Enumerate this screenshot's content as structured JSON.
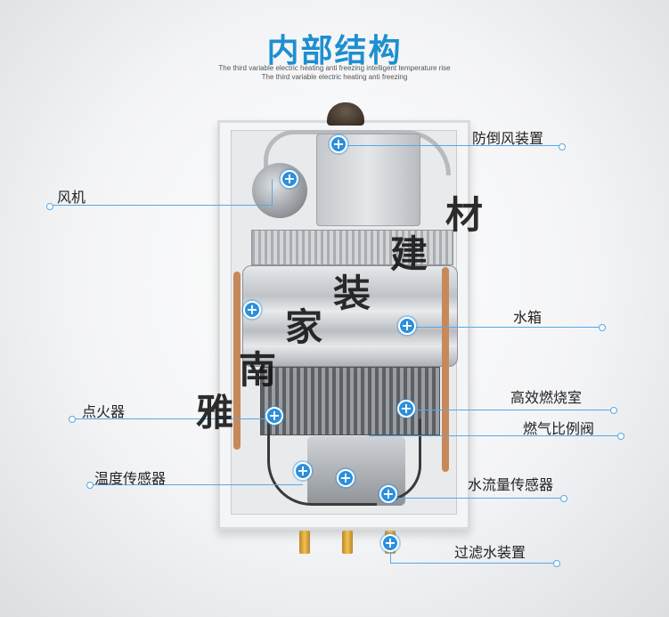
{
  "header": {
    "title": "内部结构",
    "subtitle_1": "The third variable electric heating anti freezing intelligent temperature rise",
    "subtitle_2": "The third variable electric heating anti freezing"
  },
  "labels": {
    "anti_backdraft": "防倒风装置",
    "fan": "风机",
    "water_tank": "水箱",
    "igniter": "点火器",
    "combustion_chamber": "高效燃烧室",
    "gas_proportional_valve": "燃气比例阀",
    "temperature_sensor": "温度传感器",
    "water_flow_sensor": "水流量传感器",
    "water_filter": "过滤水装置"
  },
  "watermark": [
    "雅",
    "南",
    "家",
    "装",
    "建",
    "材"
  ],
  "hotspot_glyph": "+",
  "colors": {
    "accent": "#2b8fdc",
    "title": "#1e8fd0"
  }
}
